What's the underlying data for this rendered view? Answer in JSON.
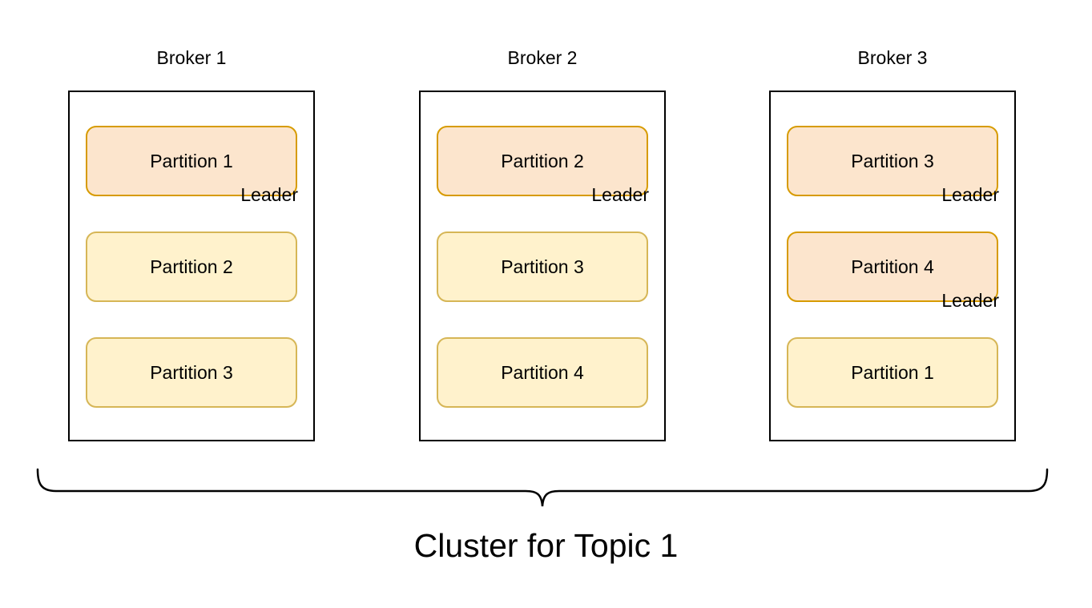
{
  "diagram_title": "Cluster for Topic 1",
  "colors": {
    "leader_fill": "#FCE5CD",
    "leader_stroke": "#D79B00",
    "follower_fill": "#FFF2CC",
    "follower_stroke": "#D6B656",
    "broker_stroke": "#000000",
    "text": "#000000"
  },
  "brokers": [
    {
      "name": "Broker 1",
      "partitions": [
        {
          "label": "Partition 1",
          "role": "leader",
          "badge": "Leader"
        },
        {
          "label": "Partition 2",
          "role": "follower"
        },
        {
          "label": "Partition 3",
          "role": "follower"
        }
      ]
    },
    {
      "name": "Broker 2",
      "partitions": [
        {
          "label": "Partition 2",
          "role": "leader",
          "badge": "Leader"
        },
        {
          "label": "Partition 3",
          "role": "follower"
        },
        {
          "label": "Partition 4",
          "role": "follower"
        }
      ]
    },
    {
      "name": "Broker 3",
      "partitions": [
        {
          "label": "Partition 3",
          "role": "leader",
          "badge": "Leader"
        },
        {
          "label": "Partition 4",
          "role": "leader",
          "badge": "Leader"
        },
        {
          "label": "Partition 1",
          "role": "follower"
        }
      ]
    }
  ]
}
